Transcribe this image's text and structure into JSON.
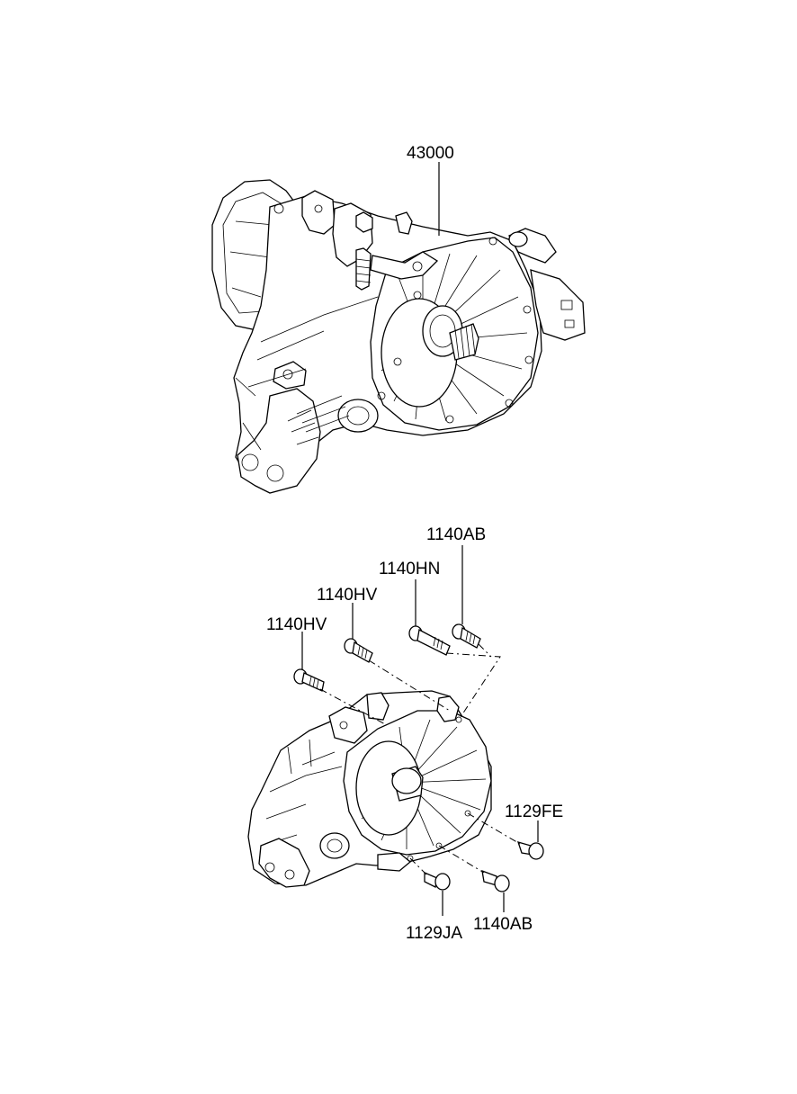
{
  "diagram": {
    "background": "#ffffff",
    "line_color": "#000000",
    "callouts": {
      "assembly": "43000",
      "bolt_top_right": "1140AB",
      "bolt_hn": "1140HN",
      "bolt_hv_upper": "1140HV",
      "bolt_hv_lower": "1140HV",
      "bolt_fe": "1129FE",
      "bolt_ja": "1129JA",
      "bolt_bottom_right": "1140AB"
    }
  }
}
